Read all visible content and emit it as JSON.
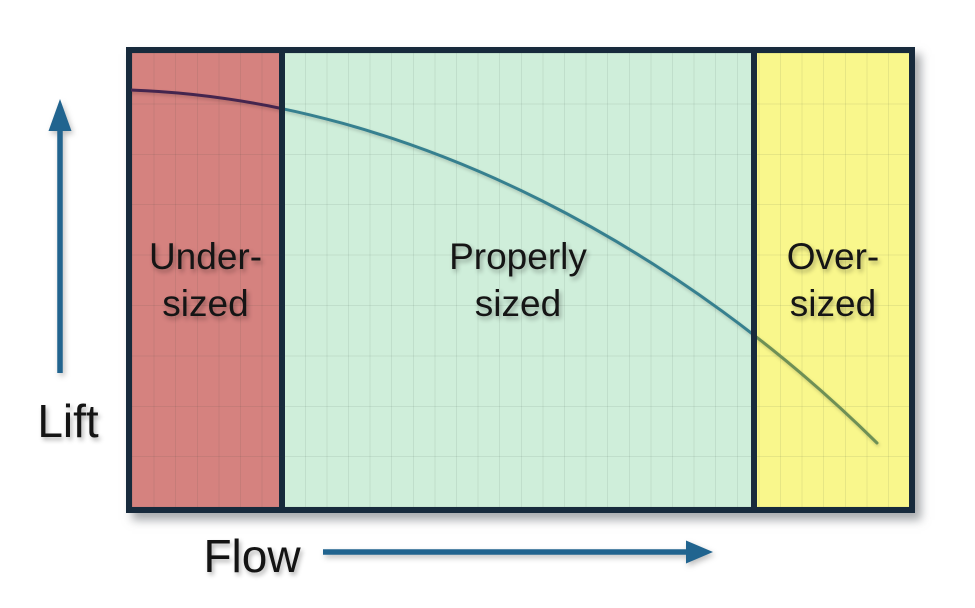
{
  "axes": {
    "y_label": "Lift",
    "x_label": "Flow"
  },
  "zones": [
    {
      "name": "undersized",
      "line1": "Under-",
      "line2": "sized",
      "label": "Under-sized",
      "fill": "#d5827f"
    },
    {
      "name": "properly-sized",
      "line1": "Properly",
      "line2": "sized",
      "label": "Properly sized",
      "fill": "#cfeeda"
    },
    {
      "name": "oversized",
      "line1": "Over-",
      "line2": "sized",
      "label": "Over-sized",
      "fill": "#f9f78c"
    }
  ],
  "colors": {
    "frame_border": "#172a3c",
    "zone_divider": "#172a3c",
    "axis_arrow": "#21648f",
    "curve_in_undersized": "#44254e",
    "curve_in_properly_sized": "#36808f",
    "curve_in_oversized": "#6e9055",
    "grid_line": "rgba(40,60,50,0.09)",
    "background": "#ffffff"
  },
  "chart_data": {
    "type": "line",
    "title": "",
    "xlabel": "Flow",
    "ylabel": "Lift",
    "x_axis": {
      "tick_labels": [],
      "numeric": false,
      "drawn_as": "arrow pointing right"
    },
    "y_axis": {
      "tick_labels": [],
      "numeric": false,
      "drawn_as": "arrow pointing up"
    },
    "grid": true,
    "legend": false,
    "series": [
      {
        "name": "pump performance curve",
        "description": "single concave-down decreasing curve; lift falls as flow increases",
        "x_frac": [
          0.0,
          0.19,
          0.45,
          0.53,
          0.8,
          0.96
        ],
        "y_frac": [
          0.92,
          0.87,
          0.75,
          0.67,
          0.37,
          0.14
        ]
      }
    ],
    "zones": [
      {
        "label": "Under-sized",
        "x_frac_range": [
          0.0,
          0.19
        ],
        "fill": "#d5827f"
      },
      {
        "label": "Properly sized",
        "x_frac_range": [
          0.19,
          0.8
        ],
        "fill": "#cfeeda"
      },
      {
        "label": "Over-sized",
        "x_frac_range": [
          0.8,
          1.0
        ],
        "fill": "#f9f78c"
      }
    ]
  }
}
